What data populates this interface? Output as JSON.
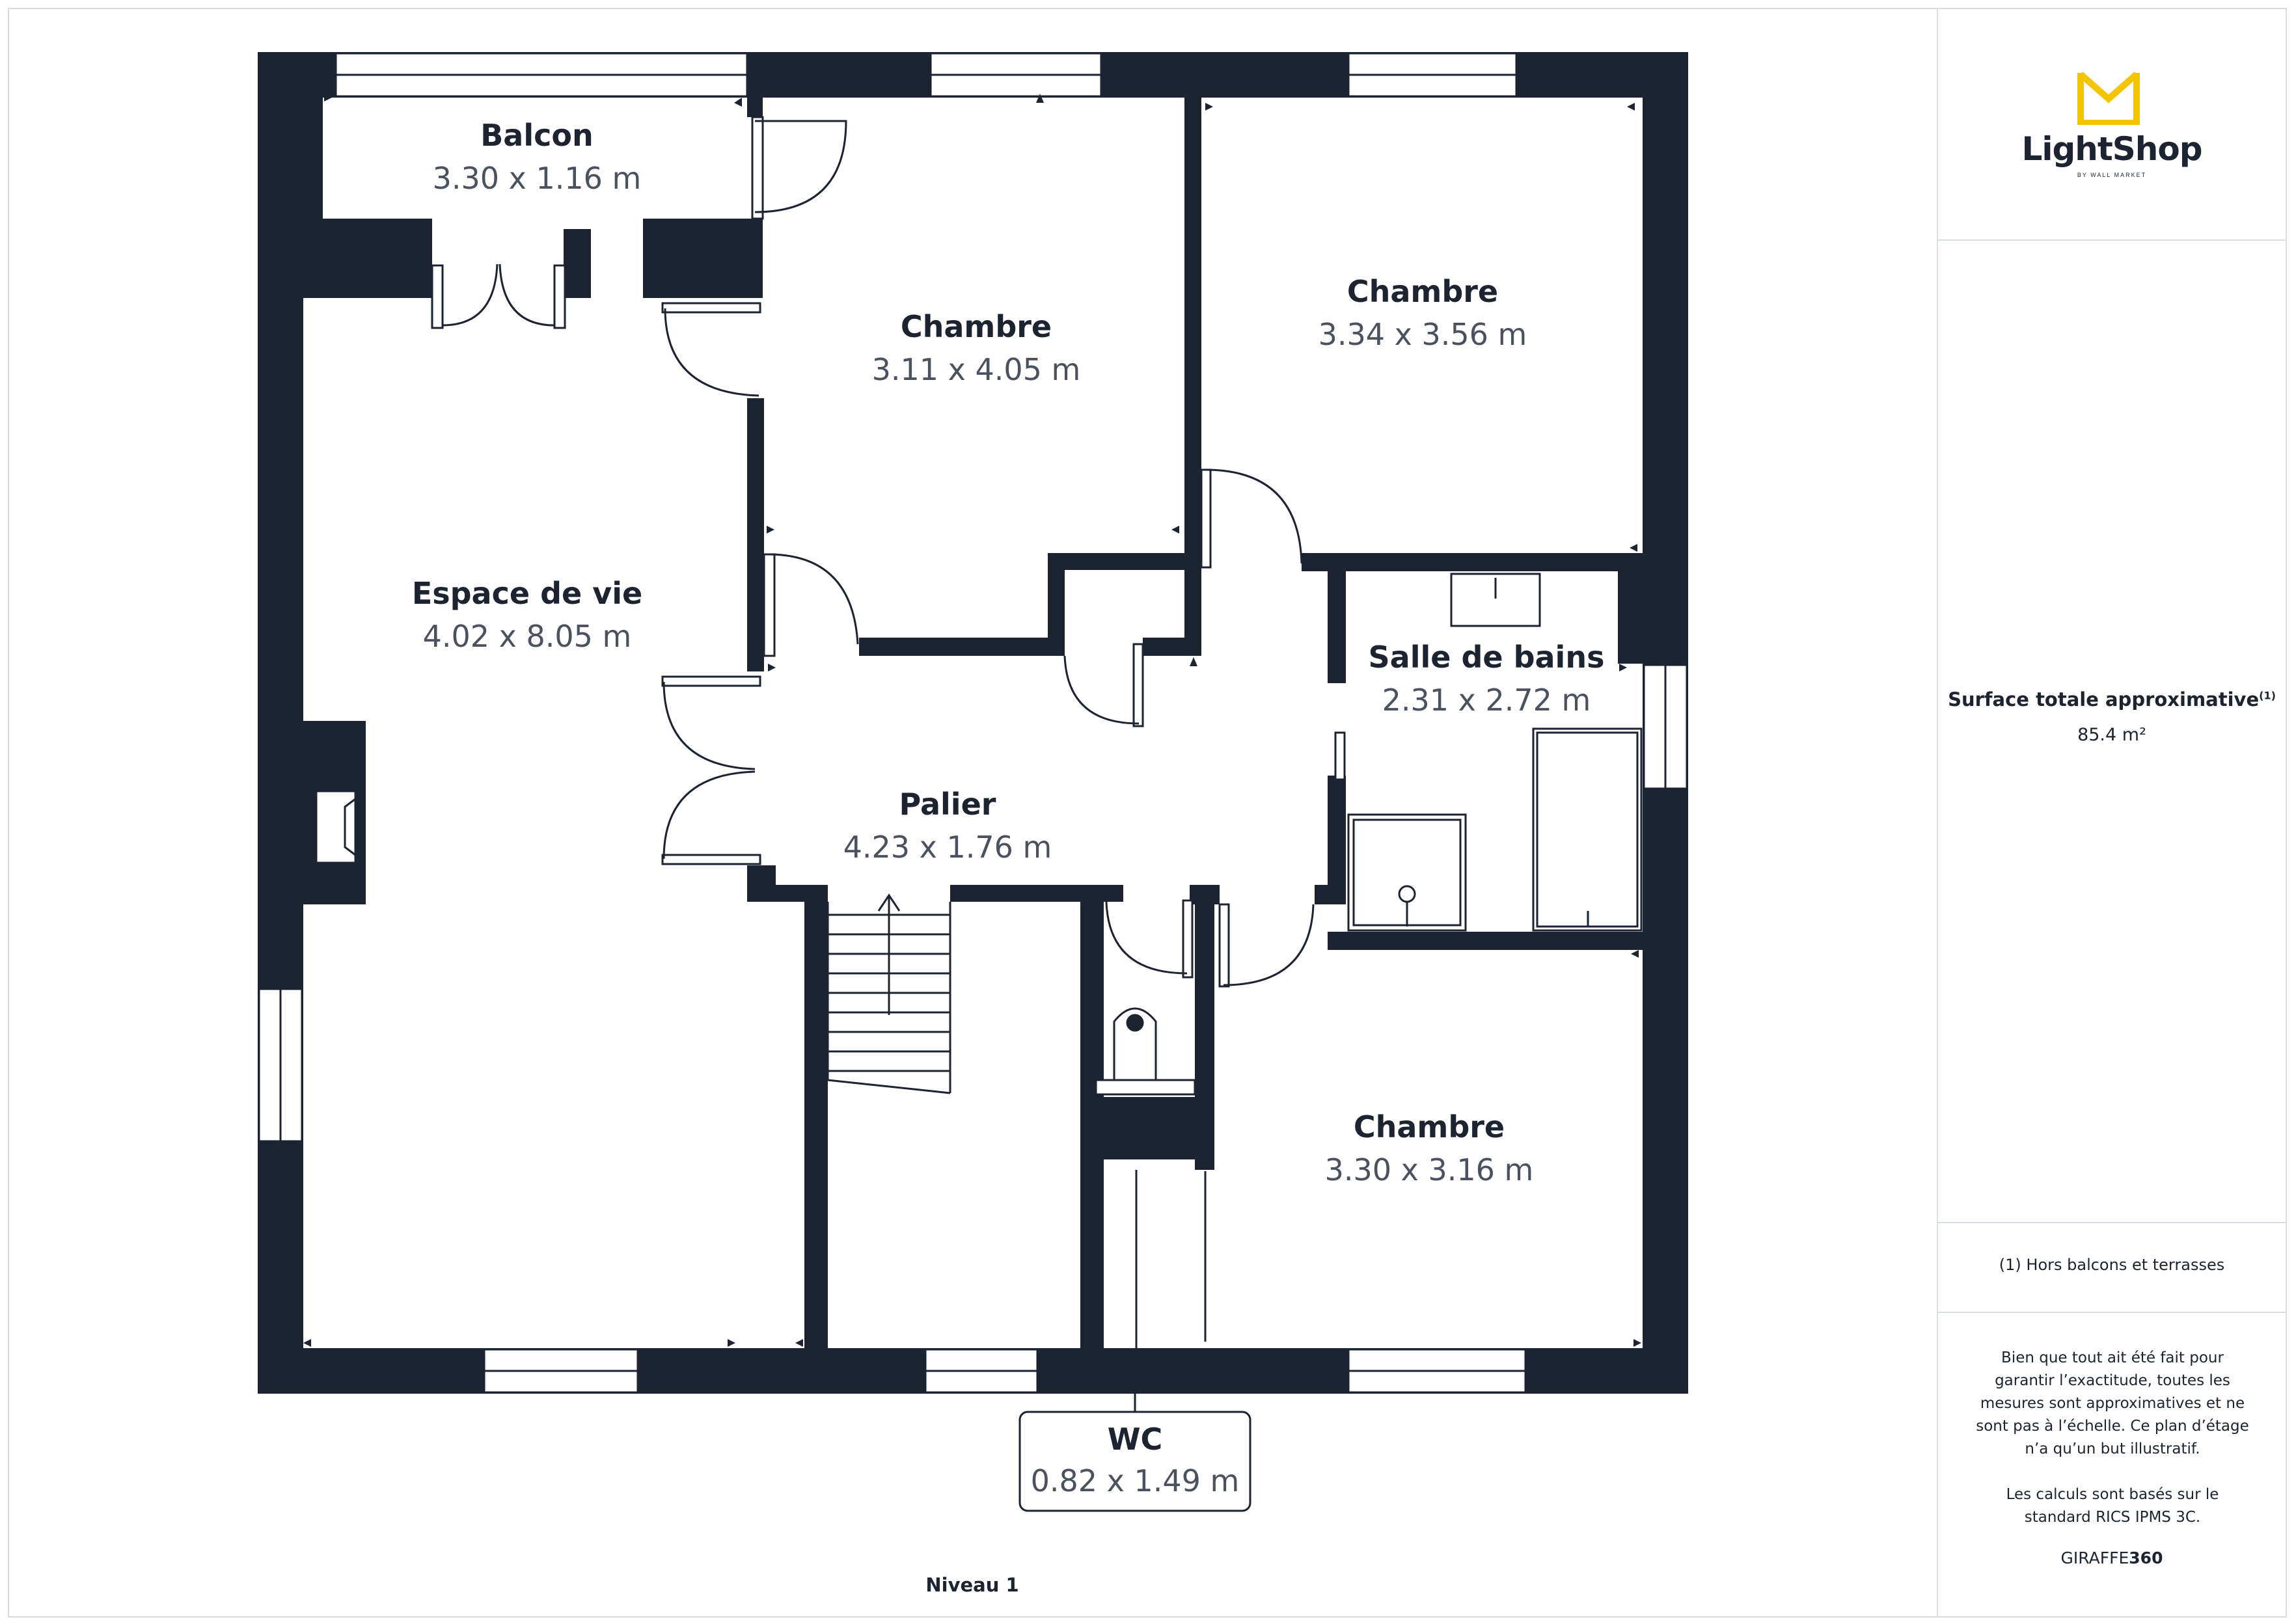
{
  "brand": {
    "name": "LightShop",
    "subtitle": "BY WALL MARKET",
    "logo_icon": "lightshop-crown-icon",
    "accent_color": "#f5c400"
  },
  "colors": {
    "wall": "#1b2430",
    "text_dim": "#4a5260",
    "divider": "#d9dde2"
  },
  "rooms": [
    {
      "id": "balcon",
      "name": "Balcon",
      "dims": "3.30 x 1.16 m"
    },
    {
      "id": "chambre-1",
      "name": "Chambre",
      "dims": "3.11 x 4.05 m"
    },
    {
      "id": "chambre-2",
      "name": "Chambre",
      "dims": "3.34 x 3.56 m"
    },
    {
      "id": "espace-de-vie",
      "name": "Espace de vie",
      "dims": "4.02 x 8.05 m"
    },
    {
      "id": "salle-de-bains",
      "name": "Salle de bains",
      "dims": "2.31 x 2.72 m"
    },
    {
      "id": "palier",
      "name": "Palier",
      "dims": "4.23 x 1.76 m"
    },
    {
      "id": "chambre-3",
      "name": "Chambre",
      "dims": "3.30 x 3.16 m"
    },
    {
      "id": "wc",
      "name": "WC",
      "dims": "0.82 x 1.49 m"
    }
  ],
  "level_label": "Niveau 1",
  "surface": {
    "title": "Surface totale approximative",
    "footnote_mark": "(1)",
    "value": "85.4 m²"
  },
  "note": "(1) Hors balcons et terrasses",
  "disclaimer": {
    "p1": "Bien que tout ait été fait pour garantir l’exactitude, toutes les mesures sont approximatives et ne sont pas à l’échelle. Ce plan d’étage n’a qu’un but illustratif.",
    "p2": "Les calculs sont basés sur le standard RICS IPMS 3C."
  },
  "credit": {
    "prefix": "GIRAFFE",
    "suffix": "360"
  }
}
